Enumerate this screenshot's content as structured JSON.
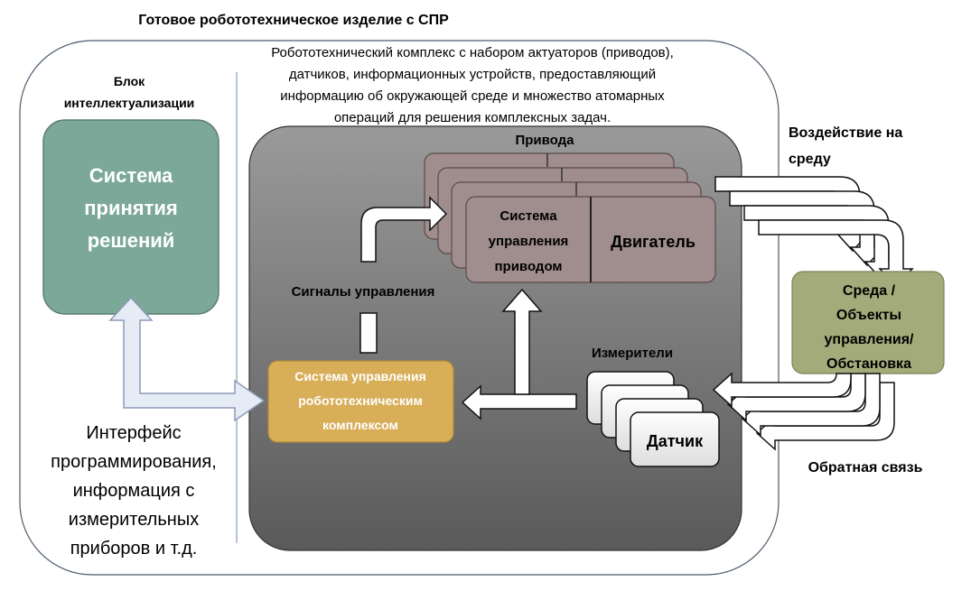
{
  "title": "Готовое робототехническое изделие с СПР",
  "intellect_block": {
    "label_line1": "Блок",
    "label_line2": "интеллектуализации",
    "decision_system": [
      "Система",
      "принятия",
      "решений"
    ]
  },
  "complex_description": [
    "Робототехнический комплекс с набором актуаторов (приводов),",
    "датчиков, информационных устройств, предоставляющий",
    "информацию об окружающей среде и множество атомарных",
    "операций для решения комплексных задач."
  ],
  "drives": {
    "heading": "Привода",
    "control_system": [
      "Система",
      "управления",
      "приводом"
    ],
    "motor": "Двигатель"
  },
  "control_signals": "Сигналы управления",
  "complex_control_system": [
    "Система управления",
    "робототехническим",
    "комплексом"
  ],
  "meters": {
    "heading": "Измерители",
    "sensor": "Датчик"
  },
  "interface_text": [
    "Интерфейс",
    "программирования,",
    "информация с",
    "измерительных",
    "приборов и т.д."
  ],
  "environment_effect": [
    "Воздействие на",
    "среду"
  ],
  "environment": [
    "Среда /",
    "Объекты",
    "управления/",
    "Обстановка"
  ],
  "feedback": "Обратная связь",
  "colors": {
    "decision_system": "#7ba898",
    "complex_control": "#d8ae58",
    "drive_box": "#a08d8d",
    "environment": "#a3ab7a",
    "complex_bg_top": "#8a8a8a",
    "complex_bg_bottom": "#5a5a5a"
  }
}
